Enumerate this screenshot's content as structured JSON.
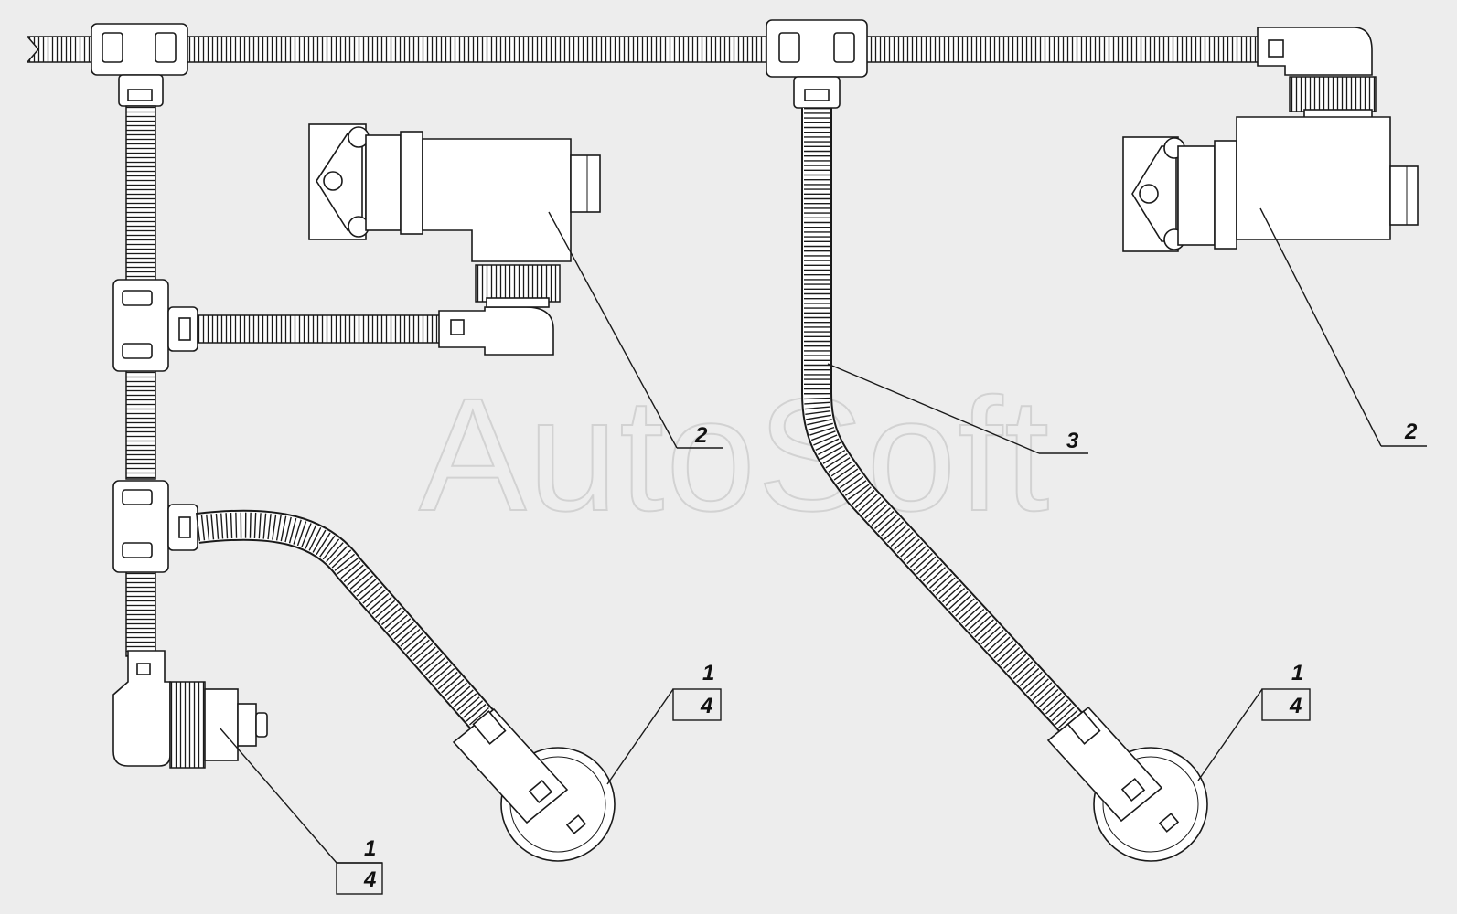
{
  "watermark": "AutoSoft",
  "callouts": {
    "valve_left": "2",
    "valve_right": "2",
    "center_hose": "3",
    "left_connector_top": "1",
    "left_connector_bottom": "4",
    "sensor_mid_top": "1",
    "sensor_mid_bottom": "4",
    "sensor_right_top": "1",
    "sensor_right_bottom": "4"
  }
}
